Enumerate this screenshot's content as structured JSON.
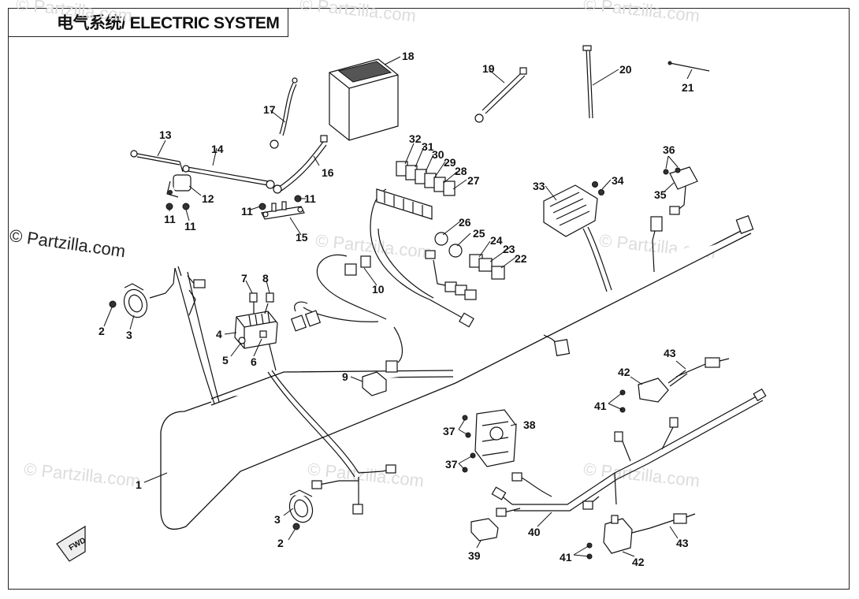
{
  "title": "电气系统/ ELECTRIC SYSTEM",
  "watermark": "© Partzilla.com",
  "callouts": [
    {
      "id": "c1",
      "label": "1"
    },
    {
      "id": "c2a",
      "label": "2"
    },
    {
      "id": "c2b",
      "label": "2"
    },
    {
      "id": "c3a",
      "label": "3"
    },
    {
      "id": "c3b",
      "label": "3"
    },
    {
      "id": "c4",
      "label": "4"
    },
    {
      "id": "c5",
      "label": "5"
    },
    {
      "id": "c6",
      "label": "6"
    },
    {
      "id": "c7",
      "label": "7"
    },
    {
      "id": "c8",
      "label": "8"
    },
    {
      "id": "c9",
      "label": "9"
    },
    {
      "id": "c10",
      "label": "10"
    },
    {
      "id": "c11a",
      "label": "11"
    },
    {
      "id": "c11b",
      "label": "11"
    },
    {
      "id": "c11c",
      "label": "11"
    },
    {
      "id": "c11d",
      "label": "11"
    },
    {
      "id": "c12",
      "label": "12"
    },
    {
      "id": "c13",
      "label": "13"
    },
    {
      "id": "c14",
      "label": "14"
    },
    {
      "id": "c15",
      "label": "15"
    },
    {
      "id": "c16",
      "label": "16"
    },
    {
      "id": "c17",
      "label": "17"
    },
    {
      "id": "c18",
      "label": "18"
    },
    {
      "id": "c19",
      "label": "19"
    },
    {
      "id": "c20",
      "label": "20"
    },
    {
      "id": "c21",
      "label": "21"
    },
    {
      "id": "c22",
      "label": "22"
    },
    {
      "id": "c23",
      "label": "23"
    },
    {
      "id": "c24",
      "label": "24"
    },
    {
      "id": "c25",
      "label": "25"
    },
    {
      "id": "c26",
      "label": "26"
    },
    {
      "id": "c27",
      "label": "27"
    },
    {
      "id": "c28",
      "label": "28"
    },
    {
      "id": "c29",
      "label": "29"
    },
    {
      "id": "c30",
      "label": "30"
    },
    {
      "id": "c31",
      "label": "31"
    },
    {
      "id": "c32",
      "label": "32"
    },
    {
      "id": "c33",
      "label": "33"
    },
    {
      "id": "c34",
      "label": "34"
    },
    {
      "id": "c35",
      "label": "35"
    },
    {
      "id": "c36",
      "label": "36"
    },
    {
      "id": "c37a",
      "label": "37"
    },
    {
      "id": "c37b",
      "label": "37"
    },
    {
      "id": "c38",
      "label": "38"
    },
    {
      "id": "c39",
      "label": "39"
    },
    {
      "id": "c40",
      "label": "40"
    },
    {
      "id": "c41a",
      "label": "41"
    },
    {
      "id": "c41b",
      "label": "41"
    },
    {
      "id": "c42a",
      "label": "42"
    },
    {
      "id": "c42b",
      "label": "42"
    },
    {
      "id": "c43a",
      "label": "43"
    },
    {
      "id": "c43b",
      "label": "43"
    }
  ],
  "fwd_label": "FWD"
}
